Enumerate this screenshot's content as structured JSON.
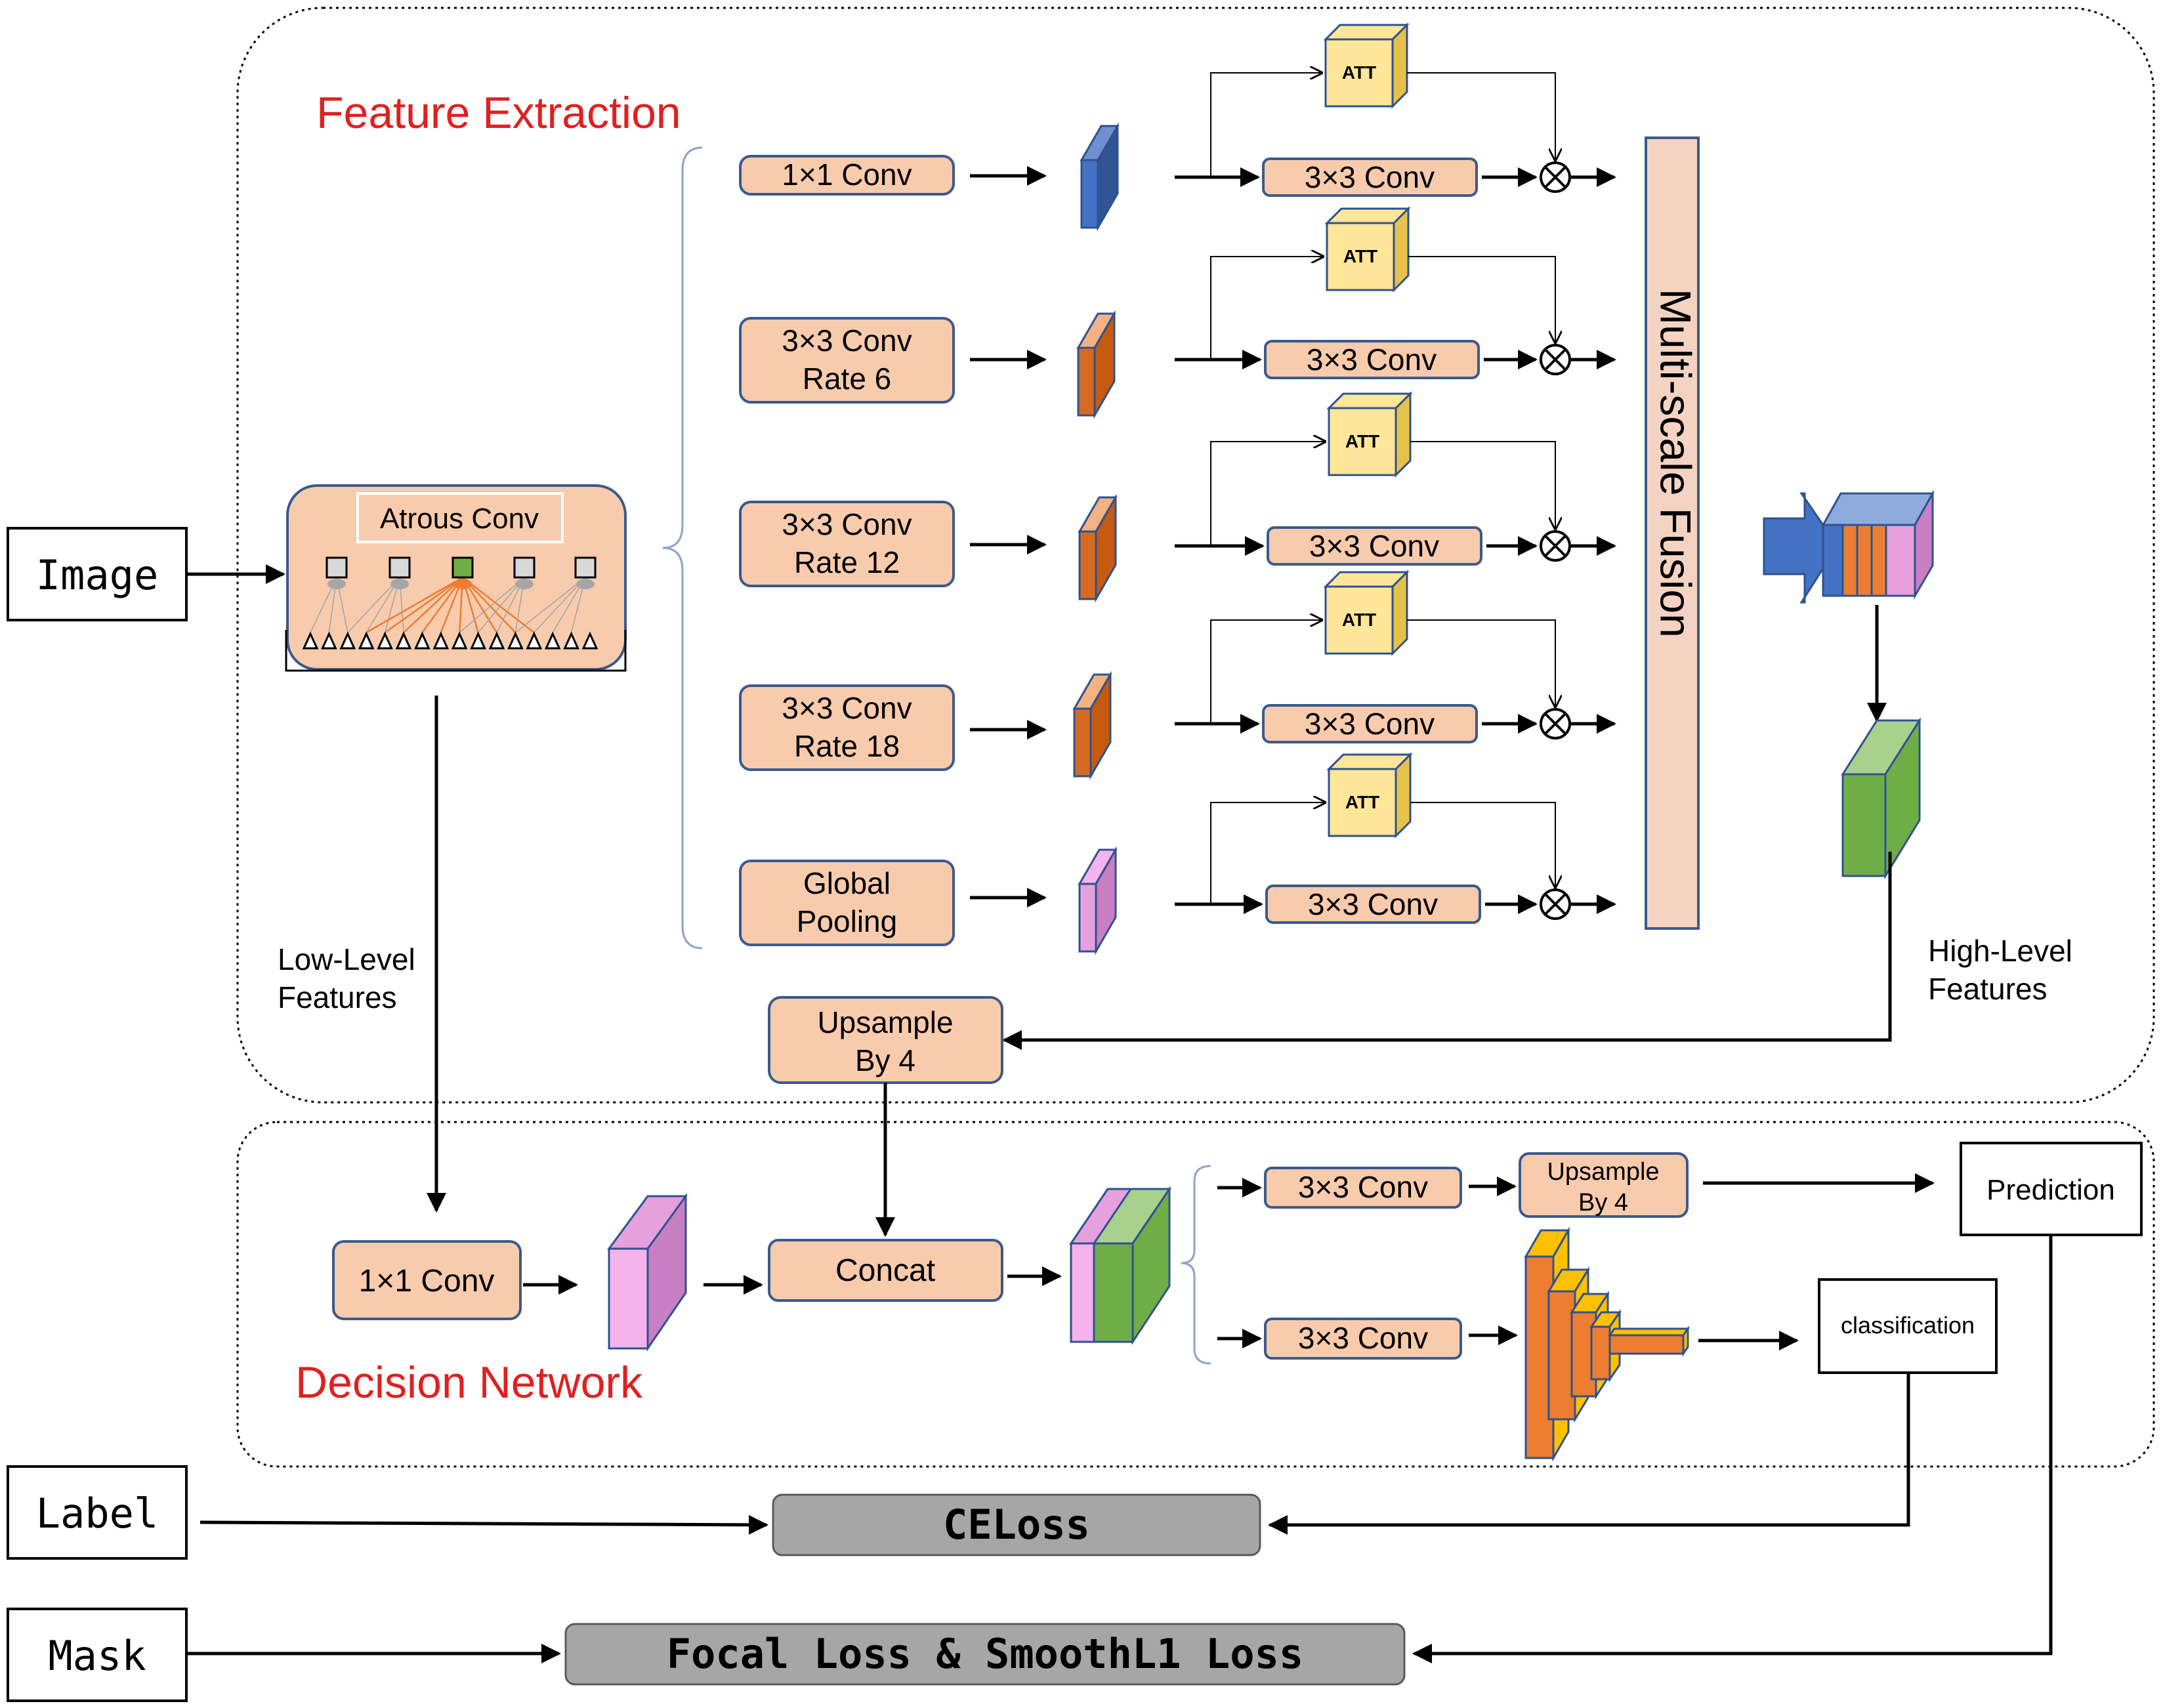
{
  "inputs": {
    "image": "Image",
    "label": "Label",
    "mask": "Mask"
  },
  "sections": {
    "feature_extraction": "Feature Extraction",
    "decision_network": "Decision Network"
  },
  "atrous": {
    "title": "Atrous Conv"
  },
  "branches": [
    {
      "line1": "1×1 Conv",
      "line2": ""
    },
    {
      "line1": "3×3 Conv",
      "line2": "Rate 6"
    },
    {
      "line1": "3×3 Conv",
      "line2": "Rate 12"
    },
    {
      "line1": "3×3 Conv",
      "line2": "Rate 18"
    },
    {
      "line1": "Global",
      "line2": "Pooling"
    }
  ],
  "att_label": "ATT",
  "post_conv_label": "3×3 Conv",
  "fusion_label": "Multi-scale Fusion",
  "high_level": {
    "line1": "High-Level",
    "line2": "Features"
  },
  "low_level": {
    "line1": "Low-Level",
    "line2": "Features"
  },
  "upsample_main": {
    "line1": "Upsample",
    "line2": "By 4"
  },
  "decision": {
    "conv1x1": "1×1 Conv",
    "concat": "Concat",
    "conv_top": "3×3 Conv",
    "conv_bottom": "3×3 Conv",
    "upsample": {
      "line1": "Upsample",
      "line2": "By 4"
    },
    "prediction": "Prediction",
    "classification": "classification"
  },
  "losses": {
    "ce": "CELoss",
    "focal": "Focal Loss & SmoothL1 Loss"
  },
  "colors": {
    "box_fill": "#f8cbad",
    "box_stroke": "#3b5a8c",
    "section_title": "#e02020",
    "att_fill": "#ffe699",
    "blue_tensor": "#4472c4",
    "orange_tensor": "#d56b23",
    "pink_tensor": "#d77fca",
    "green_tensor": "#70ad47",
    "loss_fill": "#a6a6a6",
    "fusion_fill": "#f4d3c2"
  },
  "icons": {
    "multiply": "circled-times-icon",
    "flow": "block-arrow-icon"
  }
}
